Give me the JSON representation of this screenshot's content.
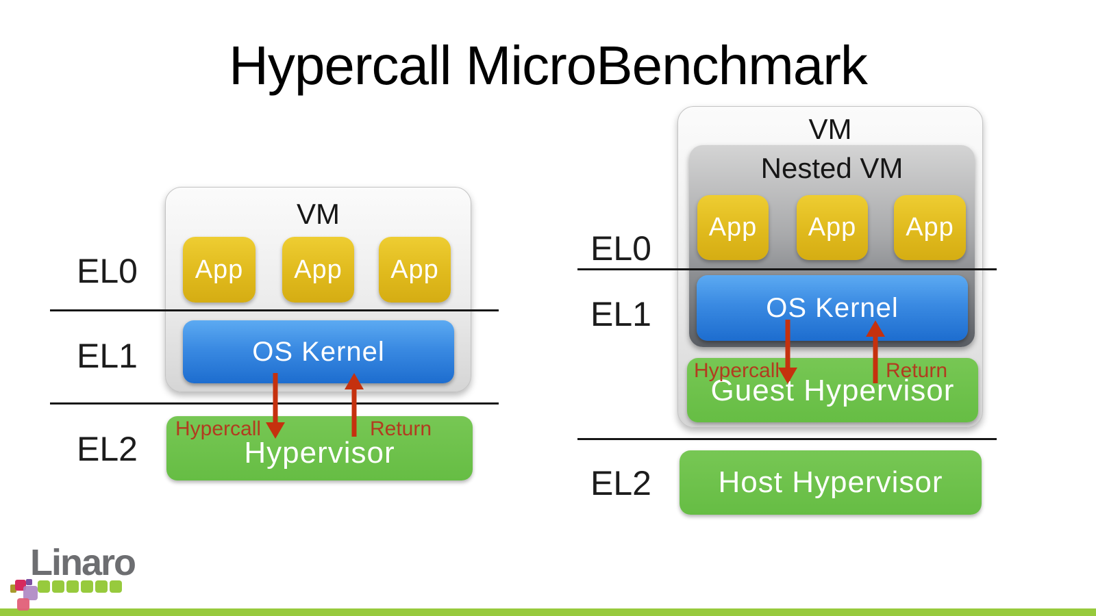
{
  "title": "Hypercall MicroBenchmark",
  "left_diagram": {
    "vm_label": "VM",
    "el_labels": [
      "EL0",
      "EL1",
      "EL2"
    ],
    "app_labels": [
      "App",
      "App",
      "App"
    ],
    "os_kernel_label": "OS Kernel",
    "hypervisor_label": "Hypervisor",
    "hypercall_label": "Hypercall",
    "return_label": "Return"
  },
  "right_diagram": {
    "vm_label": "VM",
    "nested_vm_label": "Nested VM",
    "el_labels": [
      "EL0",
      "EL1",
      "EL2"
    ],
    "app_labels": [
      "App",
      "App",
      "App"
    ],
    "os_kernel_label": "OS Kernel",
    "guest_hypervisor_label": "Guest Hypervisor",
    "host_hypervisor_label": "Host Hypervisor",
    "hypercall_label": "Hypercall",
    "return_label": "Return"
  },
  "footer": {
    "logo_text": "Linaro"
  },
  "colors": {
    "app_yellow": "#e0ba1d",
    "kernel_blue": "#3a8ae2",
    "hypervisor_green": "#6dc14c",
    "arrow_red": "#c5310e",
    "red_label": "#b23b1f",
    "vm_gray_top": "#fbfbfb",
    "vm_gray_bottom": "#d5d5d5",
    "nested_gray_top": "#d4d4d4",
    "nested_gray_bottom": "#595d63",
    "brand_lime": "#97ca3d",
    "logo_gray": "#6d6e71"
  }
}
